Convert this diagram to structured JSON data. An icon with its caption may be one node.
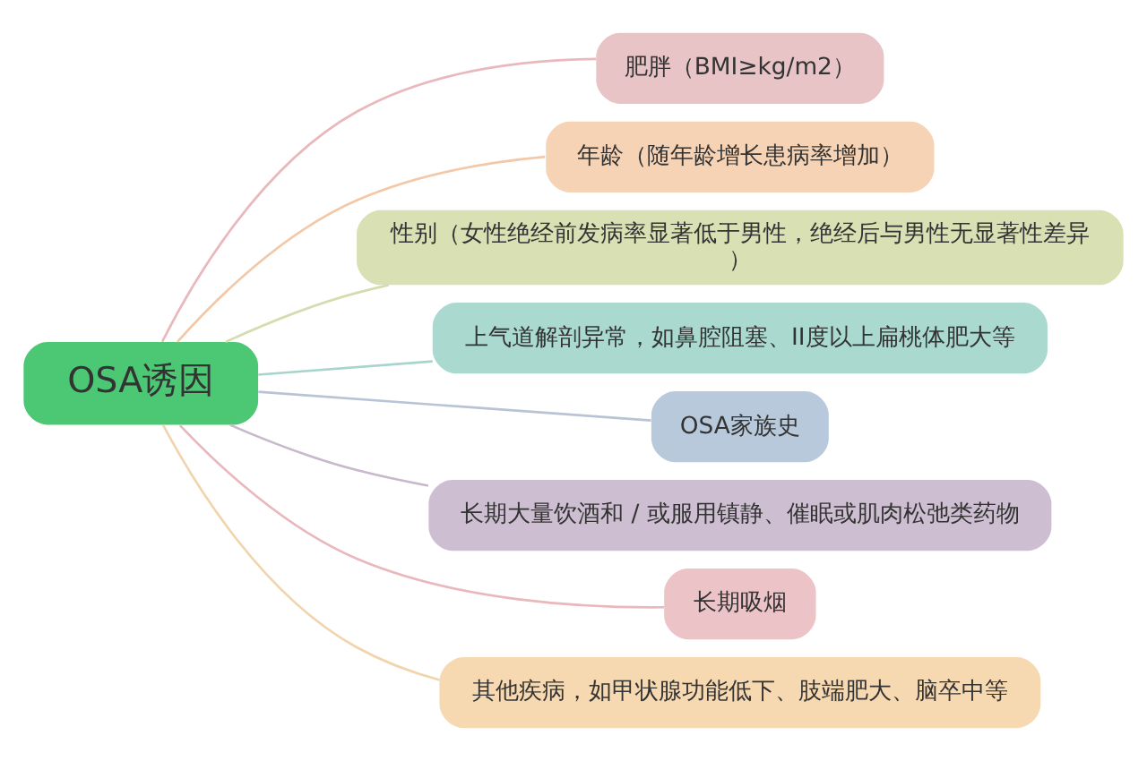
{
  "diagram": {
    "nodes": [
      {
        "text": [
          "OSA诱因"
        ]
      },
      {
        "text": [
          "肥胖（BMI≥kg/m2）"
        ]
      },
      {
        "text": [
          "年龄（随年龄增长患病率增加）"
        ]
      },
      {
        "text": [
          "性别（女性绝经前发病率显著低于男性，绝经后与男性无显著性差异）"
        ]
      },
      {
        "text": [
          "上气道解剖异常，如鼻腔阻塞、II度以上扁桃体肥大等"
        ]
      },
      {
        "text": [
          "OSA家族史"
        ]
      },
      {
        "text": [
          "长期大量饮酒和 / 或服用镇静、催眠或肌肉松弛类药物"
        ]
      },
      {
        "text": [
          "长期吸烟"
        ]
      },
      {
        "text": [
          "其他疾病，如甲状腺功能低下、肢端肥大、脑卒中等"
        ]
      }
    ],
    "edges": [
      {
        "from": 0,
        "to": 1,
        "arrow": "none",
        "color": "#e8b8bc"
      },
      {
        "from": 0,
        "to": 2,
        "arrow": "none",
        "color": "#f2c8a8"
      },
      {
        "from": 0,
        "to": 3,
        "arrow": "none",
        "color": "#d6dcb0"
      },
      {
        "from": 0,
        "to": 4,
        "arrow": "none",
        "color": "#a8d4cc"
      },
      {
        "from": 0,
        "to": 5,
        "arrow": "none",
        "color": "#b8c4d6"
      },
      {
        "from": 0,
        "to": 6,
        "arrow": "none",
        "color": "#c8b8cc"
      },
      {
        "from": 0,
        "to": 7,
        "arrow": "none",
        "color": "#e8b8bc"
      },
      {
        "from": 0,
        "to": 8,
        "arrow": "none",
        "color": "#f2d4ac"
      }
    ]
  }
}
